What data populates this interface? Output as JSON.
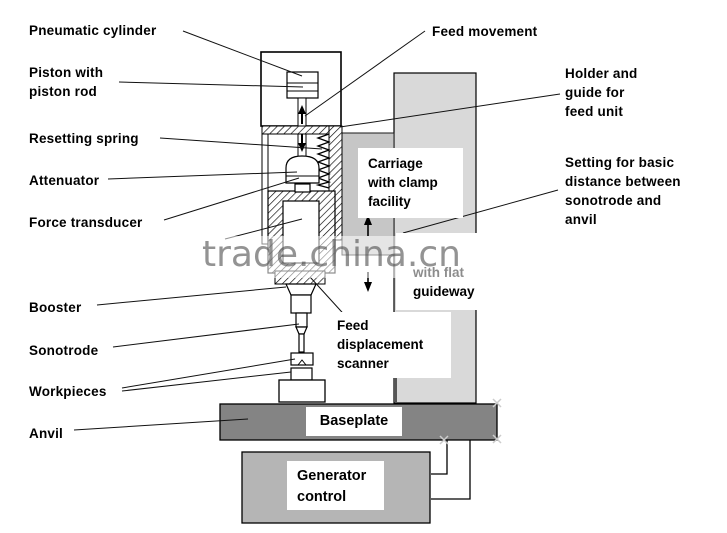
{
  "diagram": {
    "title_hint": "ultrasonic welding machine schematic",
    "watermark": "trade.china.cn",
    "labels": {
      "pneumatic_cylinder": "Pneumatic cylinder",
      "piston": "Piston with\npiston rod",
      "resetting_spring": "Resetting spring",
      "attenuator": "Attenuator",
      "force_transducer": "Force transducer",
      "booster": "Booster",
      "sonotrode": "Sonotrode",
      "workpieces": "Workpieces",
      "anvil": "Anvil",
      "feed_movement": "Feed movement",
      "holder": "Holder and\nguide for\nfeed unit",
      "setting": "Setting for basic\ndistance between\nsonotrode and\nanvil",
      "carriage": "Carriage\nwith clamp\nfacility",
      "guideway": "with flat\nguideway",
      "feed_scanner": "Feed\ndisplacement\nscanner",
      "baseplate": "Baseplate",
      "generator": "Generator\ncontrol"
    },
    "colors": {
      "holder_column": "#d9d9d9",
      "carriage": "#c6c6c6",
      "baseplate": "#848484",
      "generator_box": "#b5b5b5",
      "line": "#000000"
    }
  }
}
